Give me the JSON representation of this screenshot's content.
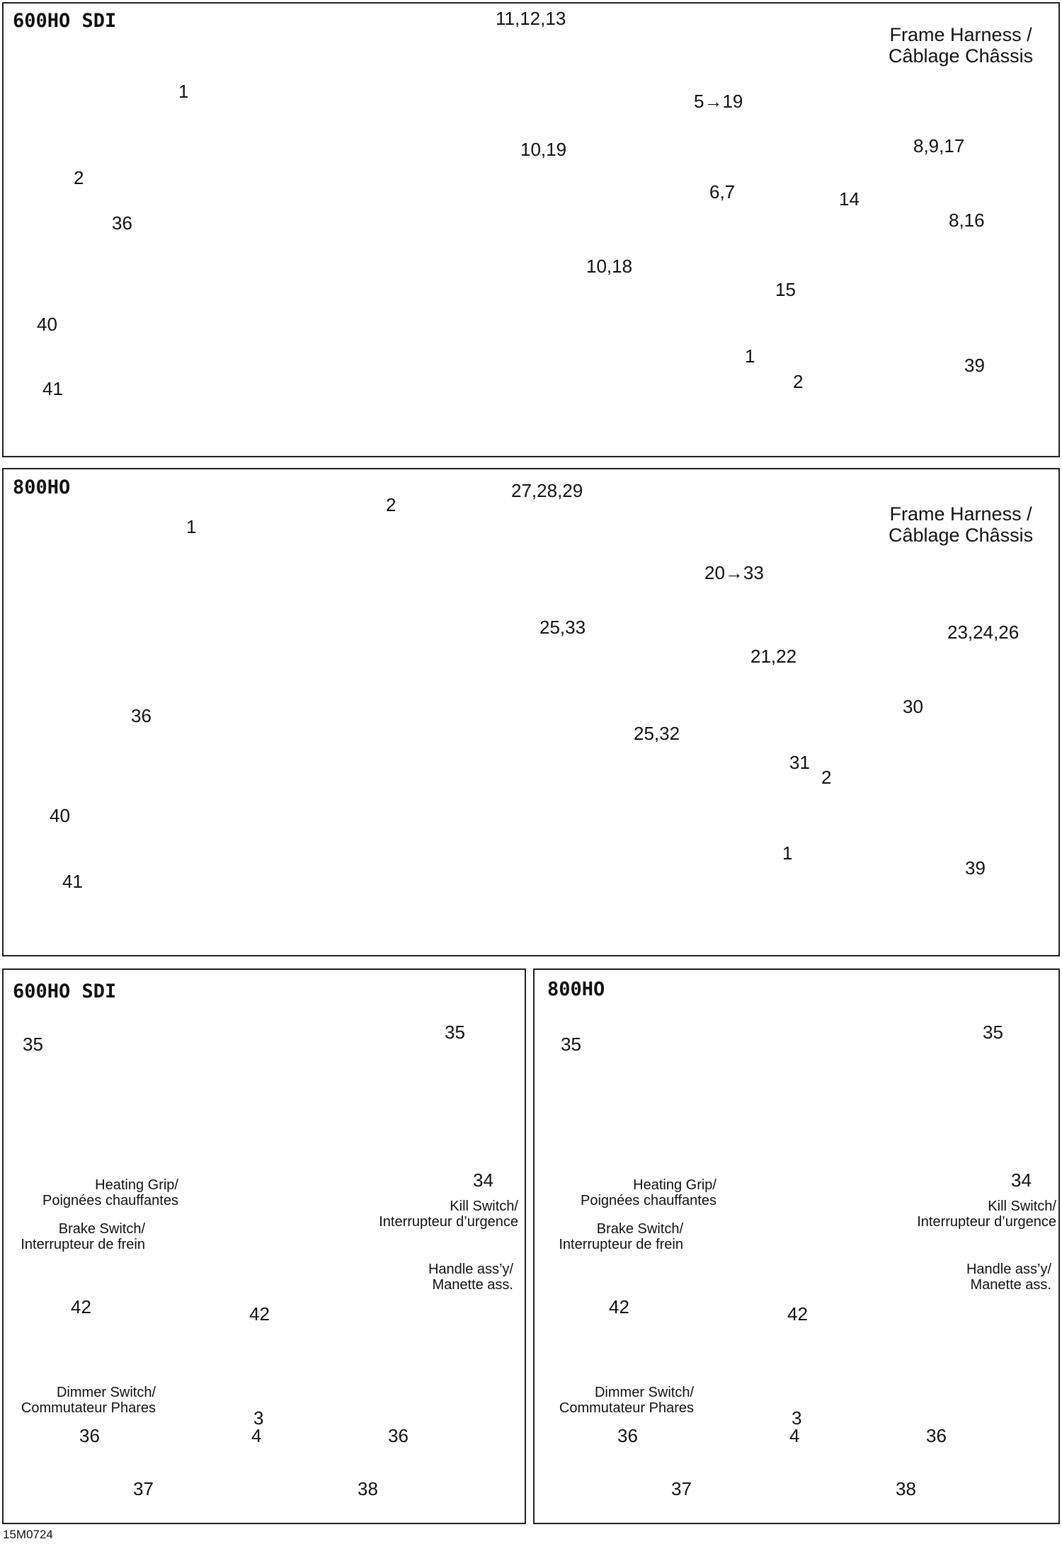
{
  "doc_id": "15M0724",
  "frame_harness": {
    "line1": "Frame Harness /",
    "line2": "Câblage Châssis"
  },
  "panels": {
    "top": {
      "title": "600HO SDI",
      "callouts": {
        "1a": "1",
        "1b": "1",
        "2a": "2",
        "2b": "2",
        "c11": "11,12,13",
        "c5": "5→19",
        "c10": "10,19",
        "c1018": "10,18",
        "c67": "6,7",
        "c8917": "8,9,17",
        "c14": "14",
        "c816": "8,16",
        "c15": "15",
        "c36": "36",
        "c40": "40",
        "c41": "41",
        "c39": "39"
      }
    },
    "middle": {
      "title": "800HO",
      "callouts": {
        "1a": "1",
        "1b": "1",
        "2a": "2",
        "2b": "2",
        "c27": "27,28,29",
        "c20": "20→33",
        "c2533": "25,33",
        "c2532": "25,32",
        "c2122": "21,22",
        "c232426": "23,24,26",
        "c30": "30",
        "c31": "31",
        "c36": "36",
        "c40": "40",
        "c41": "41",
        "c39": "39"
      }
    },
    "bottom_left": {
      "title": "600HO SDI",
      "callouts": {
        "c35a": "35",
        "c35b": "35",
        "c34": "34",
        "c42a": "42",
        "c42b": "42",
        "c3": "3",
        "c36a": "36",
        "c4": "4",
        "c36b": "36",
        "c37": "37",
        "c38": "38"
      }
    },
    "bottom_right": {
      "title": "800HO",
      "callouts": {
        "c35a": "35",
        "c35b": "35",
        "c34": "34",
        "c42a": "42",
        "c42b": "42",
        "c3": "3",
        "c36a": "36",
        "c4": "4",
        "c36b": "36",
        "c37": "37",
        "c38": "38"
      }
    }
  },
  "notes": {
    "heating_grip": {
      "l1": "Heating Grip/",
      "l2": "Poignées chauffantes"
    },
    "brake_switch": {
      "l1": "Brake Switch/",
      "l2": "Interrupteur de frein"
    },
    "kill_switch": {
      "l1": "Kill Switch/",
      "l2": "Interrupteur d’urgence"
    },
    "handle_assy": {
      "l1": "Handle ass’y/",
      "l2": "Manette ass."
    },
    "dimmer_switch": {
      "l1": "Dimmer Switch/",
      "l2": "Commutateur Phares"
    }
  }
}
